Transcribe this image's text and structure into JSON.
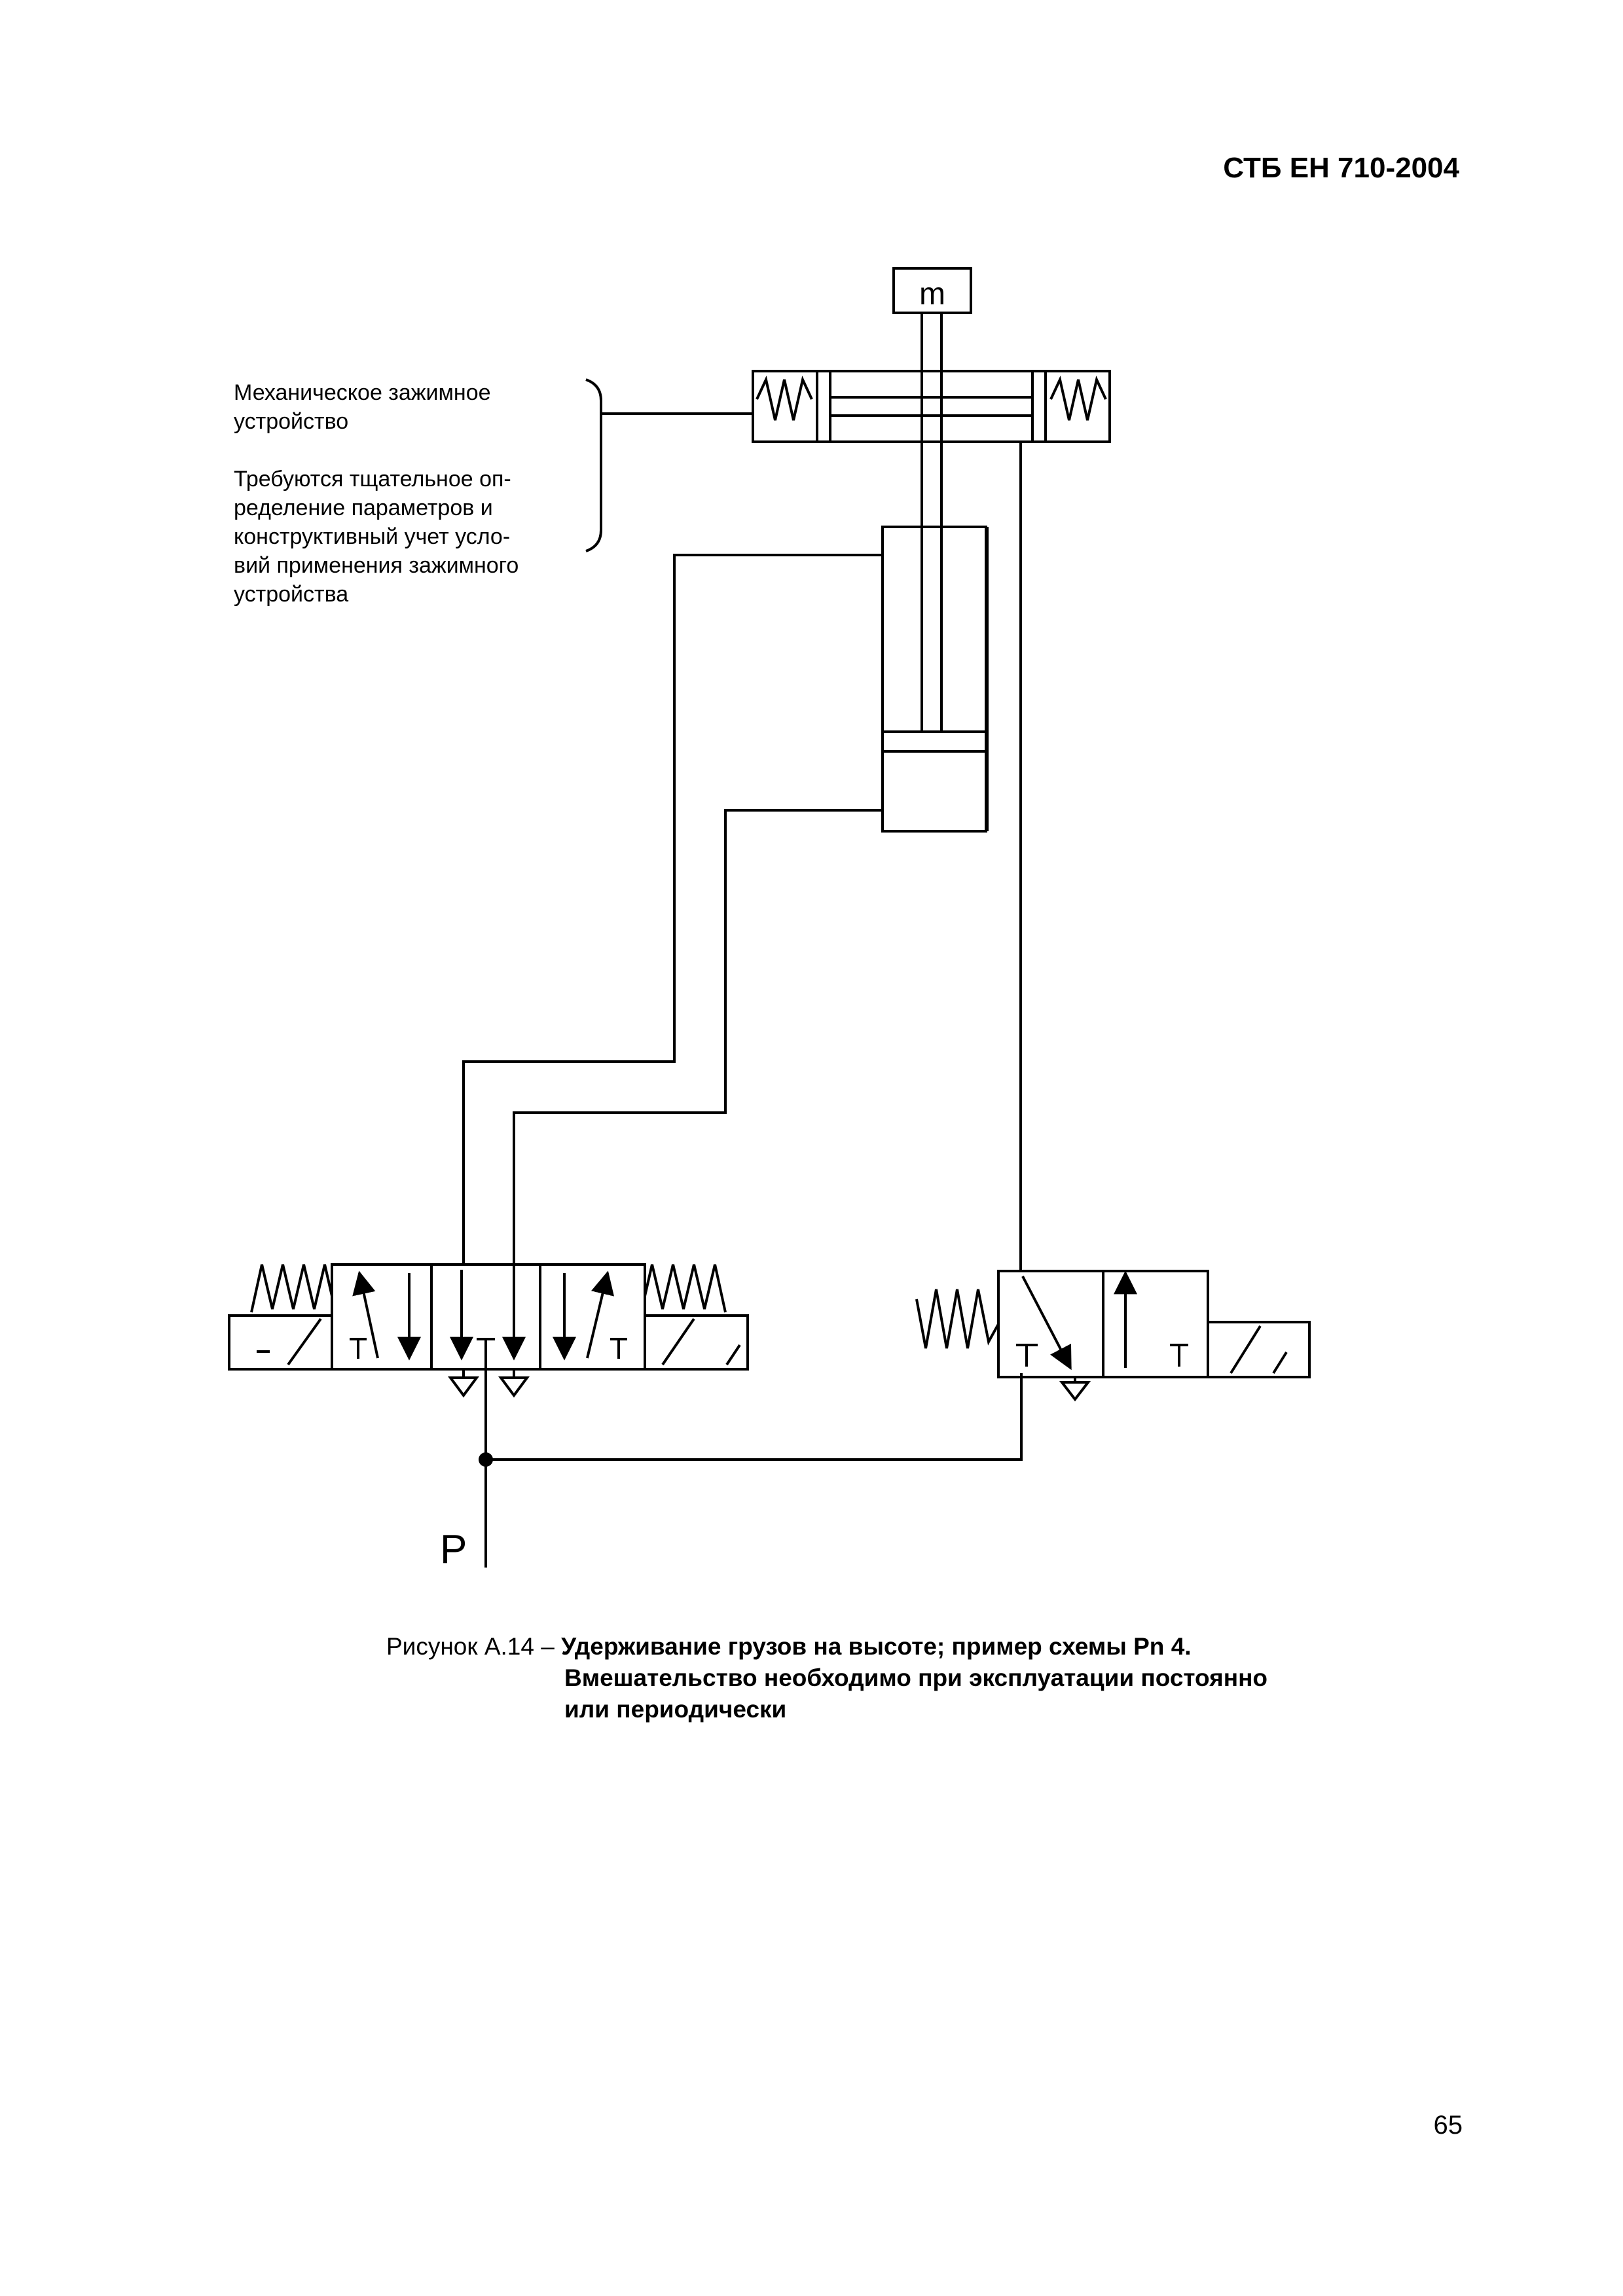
{
  "header": {
    "doc_id": "СТБ ЕН 710-2004"
  },
  "annotation": {
    "clamp_title_lines": [
      "Механическое зажимное",
      "устройство"
    ],
    "note_lines": [
      "Требуются тщательное оп-",
      "ределение параметров и",
      "конструктивный учет усло-",
      "вий применения зажимного",
      "устройства"
    ]
  },
  "diagram": {
    "mass_label": "m",
    "pressure_label": "P"
  },
  "caption": {
    "prefix": "Рисунок А.14 – ",
    "line1": "Удерживание грузов на высоте; пример схемы Pn 4.",
    "line2": "Вмешательство необходимо при эксплуатации постоянно",
    "line3": "или периодически"
  },
  "footer": {
    "page_number": "65"
  }
}
